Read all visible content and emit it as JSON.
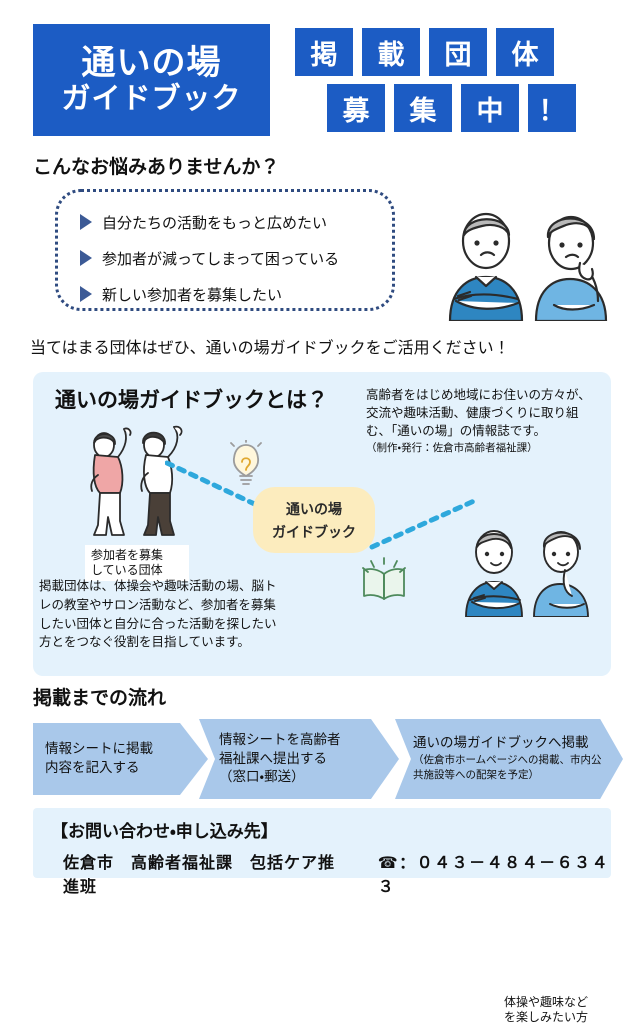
{
  "header": {
    "title_line1": "通いの場",
    "title_line2": "ガイドブック",
    "badges_row1": [
      "掲",
      "載",
      "団",
      "体"
    ],
    "badges_row2": [
      "募",
      "集",
      "中",
      "！"
    ]
  },
  "concerns": {
    "heading": "こんなお悩みありませんか？",
    "items": [
      "自分たちの活動をもっと広めたい",
      "参加者が減ってしまって困っている",
      "新しい参加者を募集したい"
    ],
    "marker_icon": "triangle-bullet-icon",
    "illustration": "worried-people-illustration"
  },
  "lead_line": "当てはまる団体はぜひ、通いの場ガイドブックをご活用ください！",
  "panel": {
    "heading": "通いの場ガイドブックとは？",
    "description": "高齢者をはじめ地域にお住いの方々が、交流や趣味活動、健康づくりに取り組む、「通いの場」の情報誌です。",
    "description_note": "（制作・発行：佐倉市高齢者福祉課）",
    "left_illustration": "stretching-people-illustration",
    "left_caption_line1": "参加者を募集",
    "left_caption_line2": "している団体",
    "body_text": "掲載団体は、体操会や趣味活動の場、脳トレの教室やサロン活動など、参加者を募集したい団体と自分に合った活動を探したい方とをつなぐ役割を目指しています。",
    "bubble_line1": "通いの場",
    "bubble_line2": "ガイドブック",
    "bulb_icon": "lightbulb-icon",
    "book_icon": "open-book-icon",
    "right_illustration": "happy-people-illustration",
    "right_caption_line1": "体操や趣味など",
    "right_caption_line2": "を楽しみたい方"
  },
  "flow": {
    "heading": "掲載までの流れ",
    "steps": [
      {
        "lines": [
          "情報シートに掲載",
          "内容を記入する"
        ]
      },
      {
        "lines": [
          "情報シートを高齢者",
          "福祉課へ提出する",
          "（窓口・郵送）"
        ]
      },
      {
        "main": "通いの場ガイドブックへ掲載",
        "sub_lines": [
          "（佐倉市ホームページへの掲載、市内公",
          "共施設等への配架を予定）"
        ]
      }
    ]
  },
  "contact": {
    "title": "【お問い合わせ・申し込み先】",
    "department": "佐倉市　高齢者福祉課　包括ケア推進班",
    "phone_icon": "telephone-icon",
    "phone": "☎：０４３－４８４－６３４３"
  },
  "colors": {
    "brand_blue": "#1C5CC4",
    "panel_bg": "#E4F2FC",
    "chevron": "#A9C8EA",
    "bubble_yellow": "#FCECBE",
    "dotted_border": "#2F4B80"
  }
}
